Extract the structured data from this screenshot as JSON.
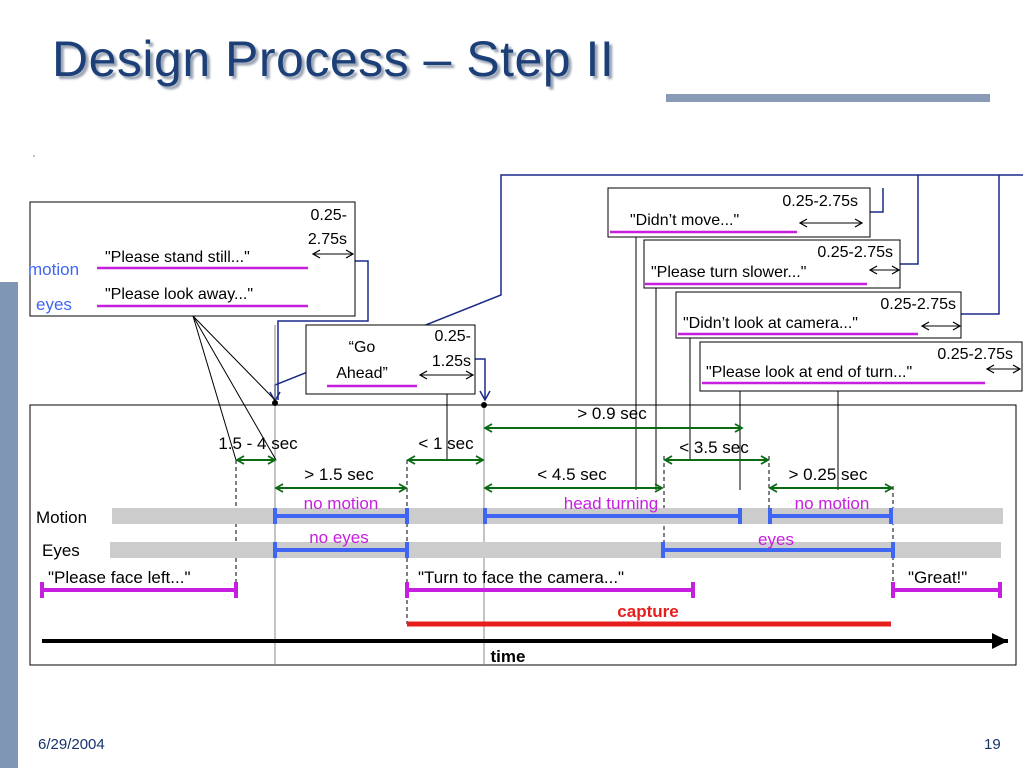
{
  "title": "Design Process – Step II",
  "footer": {
    "date": "6/29/2004",
    "page": "19"
  },
  "colors": {
    "motion": "#3f66f2",
    "prompt": "#c71fe0",
    "capture": "#e61e1e",
    "interval": "#0a6b14",
    "connector": "#1a2a88",
    "track": "#cccccc"
  },
  "boxes": {
    "still": {
      "label_motion": "motion",
      "label_eyes": "eyes",
      "prompt1": "\"Please  stand still...\"",
      "prompt2": "\"Please look away...\"",
      "dur_line1": "0.25-",
      "dur_line2": "2.75s"
    },
    "go": {
      "text_line1": "“Go",
      "text_line2": "Ahead”",
      "dur_line1": "0.25-",
      "dur_line2": "1.25s"
    },
    "didnt_move": {
      "duration": "0.25-2.75s",
      "prompt": "\"Didn’t move...\""
    },
    "slower": {
      "duration": "0.25-2.75s",
      "prompt": "\"Please turn slower...\""
    },
    "didnt_look": {
      "duration": "0.25-2.75s",
      "prompt": "\"Didn’t look at camera...\""
    },
    "end_turn": {
      "duration": "0.25-2.75s",
      "prompt": "\"Please look at end of turn...\""
    }
  },
  "timeline": {
    "intervals": {
      "i_1_5_4": "1.5 - 4 sec",
      "i_gt_1_5": "> 1.5 sec",
      "i_lt_1": "< 1 sec",
      "i_gt_0_9": "> 0.9 sec",
      "i_lt_4_5": "< 4.5 sec",
      "i_lt_3_5": "< 3.5 sec",
      "i_gt_0_25": "> 0.25 sec"
    },
    "rows": {
      "motion": "Motion",
      "eyes": "Eyes"
    },
    "segments": {
      "no_motion_1": "no motion",
      "head_turning": "head turning",
      "no_motion_2": "no motion",
      "no_eyes": "no eyes",
      "eyes": "eyes"
    },
    "prompts": {
      "face_left": "\"Please face left...\"",
      "turn_face": "\"Turn to face the camera...\"",
      "great": "\"Great!\""
    },
    "capture": "capture",
    "time": "time"
  }
}
